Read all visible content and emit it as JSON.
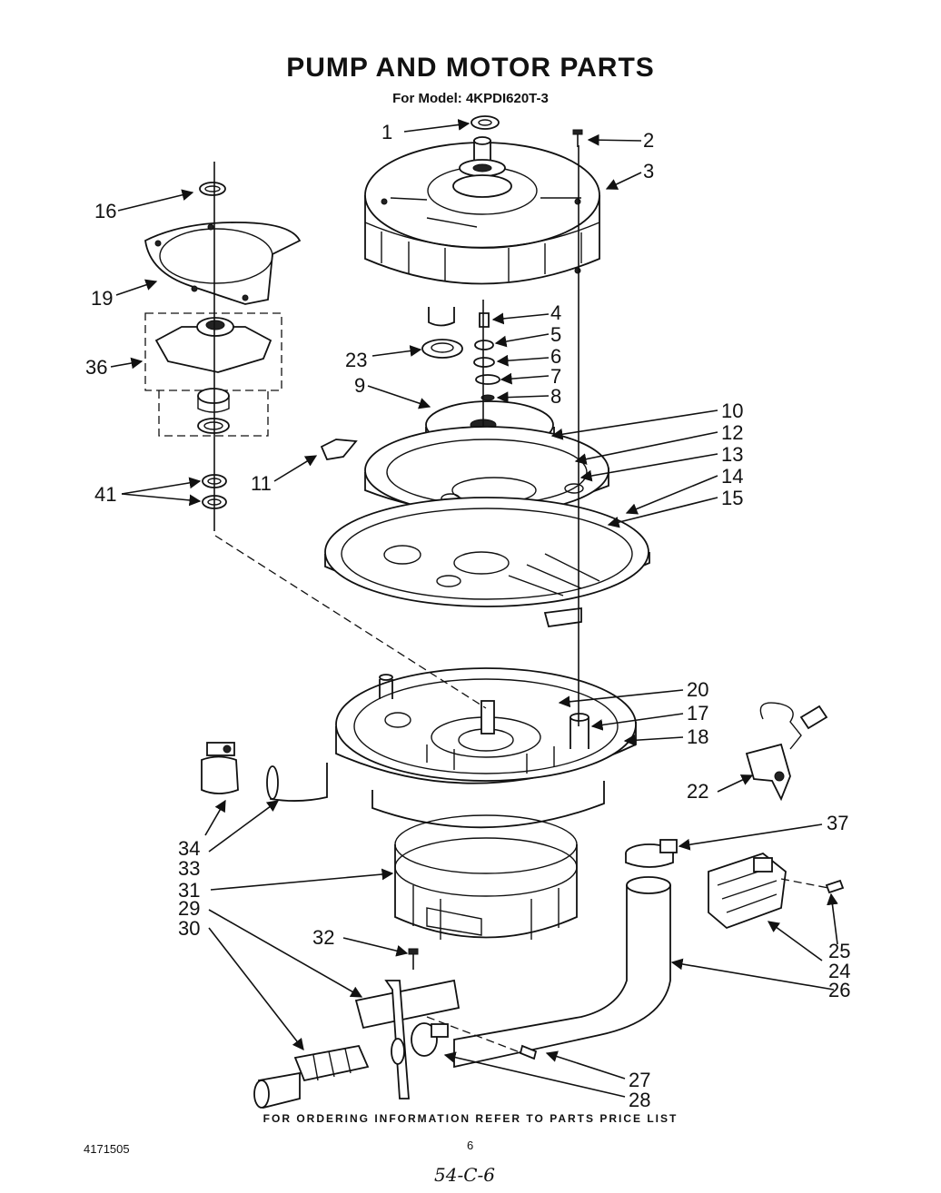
{
  "title": "PUMP AND MOTOR PARTS",
  "subtitle": "For Model: 4KPDI620T-3",
  "footer_note": "FOR ORDERING INFORMATION REFER TO PARTS PRICE LIST",
  "doc_number": "4171505",
  "page_number": "6",
  "handwritten_note": "54-C-6",
  "callouts": {
    "c1": "1",
    "c2": "2",
    "c3": "3",
    "c4": "4",
    "c5": "5",
    "c6": "6",
    "c7": "7",
    "c8": "8",
    "c9": "9",
    "c10": "10",
    "c11": "11",
    "c12": "12",
    "c13": "13",
    "c14": "14",
    "c15": "15",
    "c16": "16",
    "c17": "17",
    "c18": "18",
    "c19": "19",
    "c20": "20",
    "c22": "22",
    "c23": "23",
    "c24": "24",
    "c25": "25",
    "c26": "26",
    "c27": "27",
    "c28": "28",
    "c29": "29",
    "c30": "30",
    "c31": "31",
    "c32": "32",
    "c33": "33",
    "c34": "34",
    "c36": "36",
    "c37": "37",
    "c41": "41"
  }
}
